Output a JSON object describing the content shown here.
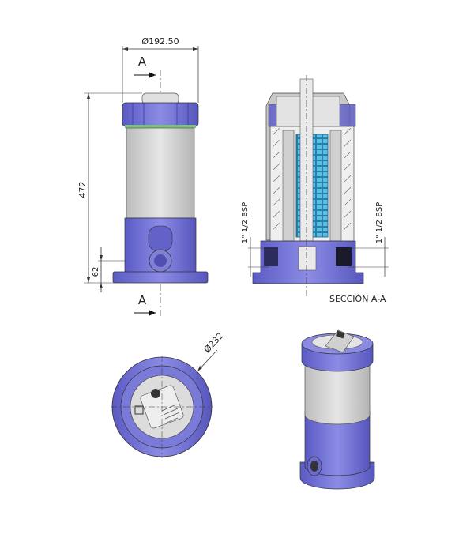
{
  "dimensions": {
    "diameter_top": "Ø192.50",
    "height": "472",
    "port_height": "62",
    "diameter_bottom": "Ø232"
  },
  "section_marks": {
    "top": "A",
    "bottom": "A"
  },
  "section_view": {
    "title": "SECCIÓN A-A",
    "port_left": "1\" 1/2 BSP",
    "port_right": "1\" 1/2 BSP"
  },
  "colors": {
    "purple": "#7474d6",
    "grey": "#d6d6d6",
    "blue": "#3aa6d0"
  }
}
